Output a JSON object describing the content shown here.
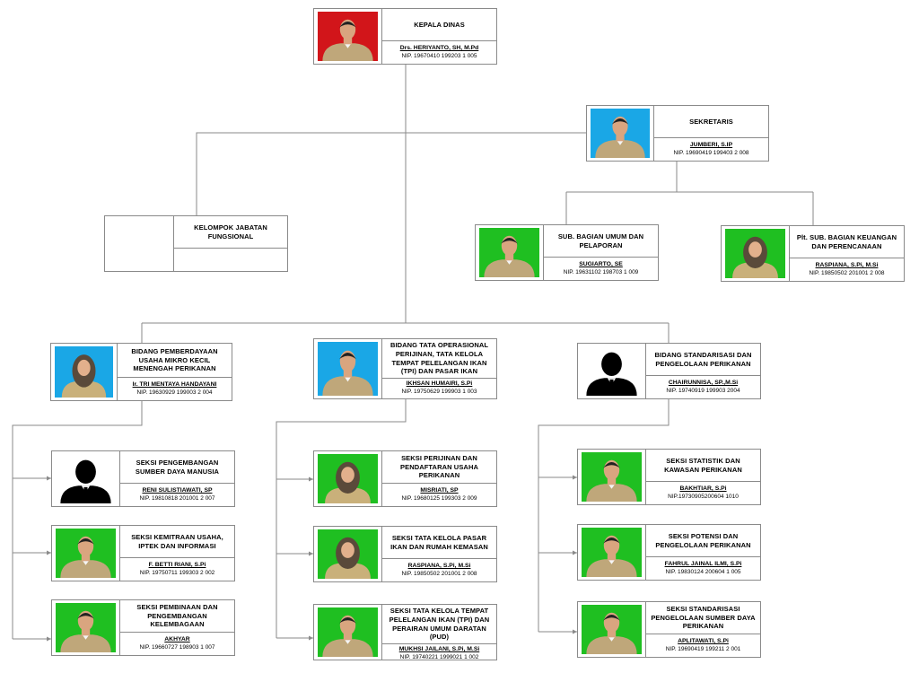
{
  "colors": {
    "bg_green": "#1fbf21",
    "bg_blue": "#1aa7e6",
    "bg_red": "#d2151a",
    "bg_white": "#ffffff",
    "bg_yellow": "#f2d247",
    "connector": "#8a8a8a"
  },
  "nodes": {
    "kepala": {
      "title": "KEPALA DINAS",
      "name": "Drs. HERIYANTO, SH, M.Pd",
      "nip": "NIP. 19670410 199203 1 005",
      "photo_bg": "red",
      "photo_icon": "official-photo"
    },
    "sekretaris": {
      "title": "SEKRETARIS",
      "name": "JUMBERI, S.IP",
      "nip": "NIP. 19690419 199403 2 008",
      "photo_bg": "blue",
      "photo_icon": "official-photo"
    },
    "fungsional": {
      "title": "KELOMPOK JABATAN FUNGSIONAL"
    },
    "subumum": {
      "title": "SUB. BAGIAN UMUM DAN PELAPORAN",
      "name": "SUGIARTO, SE",
      "nip": "NIP. 19631102 198703 1 009",
      "photo_bg": "green",
      "photo_icon": "official-photo"
    },
    "subkeu": {
      "title": "Plt. SUB. BAGIAN KEUANGAN DAN PERENCANAAN",
      "name": "RASPIANA, S.Pi, M.Si",
      "nip": "NIP. 19850502 201001 2 008",
      "photo_bg": "green",
      "photo_icon": "hijab-photo"
    },
    "bidang1": {
      "title": "BIDANG PEMBERDAYAAN USAHA MIKRO KECIL MENENGAH PERIKANAN",
      "name": "Ir. TRI MENTAYA HANDAYANI",
      "nip": "NIP. 19630929 199003 2 004",
      "photo_bg": "blue",
      "photo_icon": "hijab-photo"
    },
    "bidang2": {
      "title": "BIDANG TATA OPERASIONAL PERIJINAN, TATA KELOLA TEMPAT PELELANGAN IKAN (TPI) DAN PASAR IKAN",
      "name": "IKHSAN HUMAIRI, S.Pi",
      "nip": "NIP. 19750629 199903 1 003",
      "photo_bg": "blue",
      "photo_icon": "official-photo"
    },
    "bidang3": {
      "title": "BIDANG STANDARISASI DAN PENGELOLAAN PERIKANAN",
      "name": "CHAIRUNNISA, SP.,M.Si",
      "nip": "NIP. 19740919 199903 2004",
      "photo_bg": "white",
      "photo_icon": "silhouette-photo"
    },
    "s11": {
      "title": "SEKSI PENGEMBANGAN SUMBER DAYA MANUSIA",
      "name": "RENI SULISTIAWATI, SP",
      "nip": "NIP. 19810818 201001 2 007",
      "photo_bg": "white",
      "photo_icon": "silhouette-photo"
    },
    "s12": {
      "title": "SEKSI KEMITRAAN USAHA, IPTEK DAN INFORMASI",
      "name": "F. BETTI RIANI, S.Pi",
      "nip": "NIP. 19750711 199303 2 002",
      "photo_bg": "green",
      "photo_icon": "official-photo"
    },
    "s13": {
      "title": "SEKSI PEMBINAAN DAN PENGEMBANGAN KELEMBAGAAN",
      "name": "AKHYAR",
      "nip": "NIP. 19660727 198903 1 007",
      "photo_bg": "green",
      "photo_icon": "official-photo"
    },
    "s21": {
      "title": "SEKSI PERIJINAN DAN PENDAFTARAN USAHA PERIKANAN",
      "name": "MISRIATI, SP",
      "nip": "NIP. 19680125 199303 2 009",
      "photo_bg": "green",
      "photo_icon": "hijab-photo"
    },
    "s22": {
      "title": "SEKSI TATA KELOLA PASAR IKAN DAN RUMAH KEMASAN",
      "name": "RASPIANA, S.Pi, M.Si",
      "nip": "NIP. 19850502 201001 2 008",
      "photo_bg": "green",
      "photo_icon": "hijab-photo"
    },
    "s23": {
      "title": "SEKSI TATA KELOLA TEMPAT PELELANGAN IKAN (TPI) DAN PERAIRAN UMUM DARATAN (PUD)",
      "name": "MUKHSI JAILANI, S.Pi, M.Si",
      "nip": "NIP. 19740221 1999021 1 002",
      "photo_bg": "green",
      "photo_icon": "official-photo"
    },
    "s31": {
      "title": "SEKSI STATISTIK DAN KAWASAN PERIKANAN",
      "name": "BAKHTIAR, S.Pi",
      "nip": "NIP.19730905200604 1010",
      "photo_bg": "green",
      "photo_icon": "official-photo"
    },
    "s32": {
      "title": "SEKSI POTENSI DAN PENGELOLAAN PERIKANAN",
      "name": "FAHRUL JAINAL ILMI, S.Pi",
      "nip": "NIP. 19830124 200604 1 005",
      "photo_bg": "green",
      "photo_icon": "official-photo"
    },
    "s33": {
      "title": "SEKSI STANDARISASI PENGELOLAAN SUMBER DAYA PERIKANAN",
      "name": "APLITAWATI, S.Pi",
      "nip": "NIP. 19690419 199211 2 001",
      "photo_bg": "green",
      "photo_icon": "official-photo"
    }
  }
}
